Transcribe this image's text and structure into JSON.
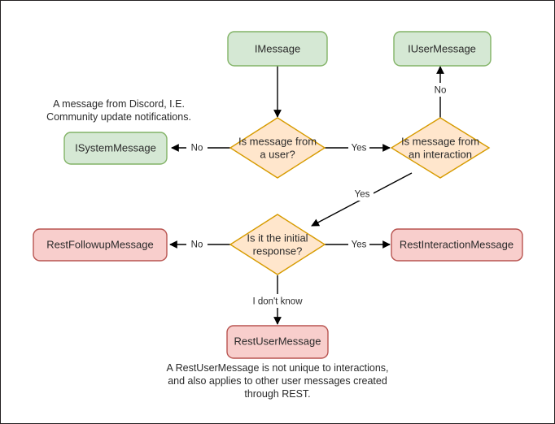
{
  "diagram": {
    "title": "Discord message type decision flowchart",
    "background": "#ffffff",
    "border_color": "#231f20",
    "colors": {
      "green_fill": "#d5e8d4",
      "green_stroke": "#82b366",
      "red_fill": "#f8cecc",
      "red_stroke": "#b85450",
      "orange_fill": "#ffe6cc",
      "orange_stroke": "#d79b00",
      "edge": "#000000",
      "text": "#2a2a2a"
    }
  },
  "nodes": {
    "imessage": {
      "label": "IMessage",
      "shape": "rounded-rect",
      "color": "green"
    },
    "iusermessage": {
      "label": "IUserMessage",
      "shape": "rounded-rect",
      "color": "green"
    },
    "isystemmessage": {
      "label": "ISystemMessage",
      "shape": "rounded-rect",
      "color": "green"
    },
    "decision_user": {
      "line1": "Is message from",
      "line2": "a user?",
      "shape": "diamond",
      "color": "orange"
    },
    "decision_interaction": {
      "line1": "Is message from",
      "line2": "an interaction",
      "shape": "diamond",
      "color": "orange"
    },
    "decision_initial": {
      "line1": "Is it the initial",
      "line2": "response?",
      "shape": "diamond",
      "color": "orange"
    },
    "restfollowupmessage": {
      "label": "RestFollowupMessage",
      "shape": "rounded-rect",
      "color": "red"
    },
    "restinteractionmessage": {
      "label": "RestInteractionMessage",
      "shape": "rounded-rect",
      "color": "red"
    },
    "restusermessage": {
      "label": "RestUserMessage",
      "shape": "rounded-rect",
      "color": "red"
    }
  },
  "edges": {
    "imessage_to_decision_user": {
      "label": ""
    },
    "decision_user_no": {
      "label": "No"
    },
    "decision_user_yes": {
      "label": "Yes"
    },
    "decision_interaction_no": {
      "label": "No"
    },
    "decision_interaction_yes": {
      "label": "Yes"
    },
    "decision_initial_no": {
      "label": "No"
    },
    "decision_initial_yes": {
      "label": "Yes"
    },
    "decision_initial_unknown": {
      "label": "I don't know"
    }
  },
  "notes": {
    "system_note": {
      "line1": "A message from Discord, I.E.",
      "line2": "Community update notifications."
    },
    "rest_note": {
      "line1": "A RestUserMessage is not unique to interactions,",
      "line2": "and also applies to other user messages created",
      "line3": "through REST."
    }
  }
}
